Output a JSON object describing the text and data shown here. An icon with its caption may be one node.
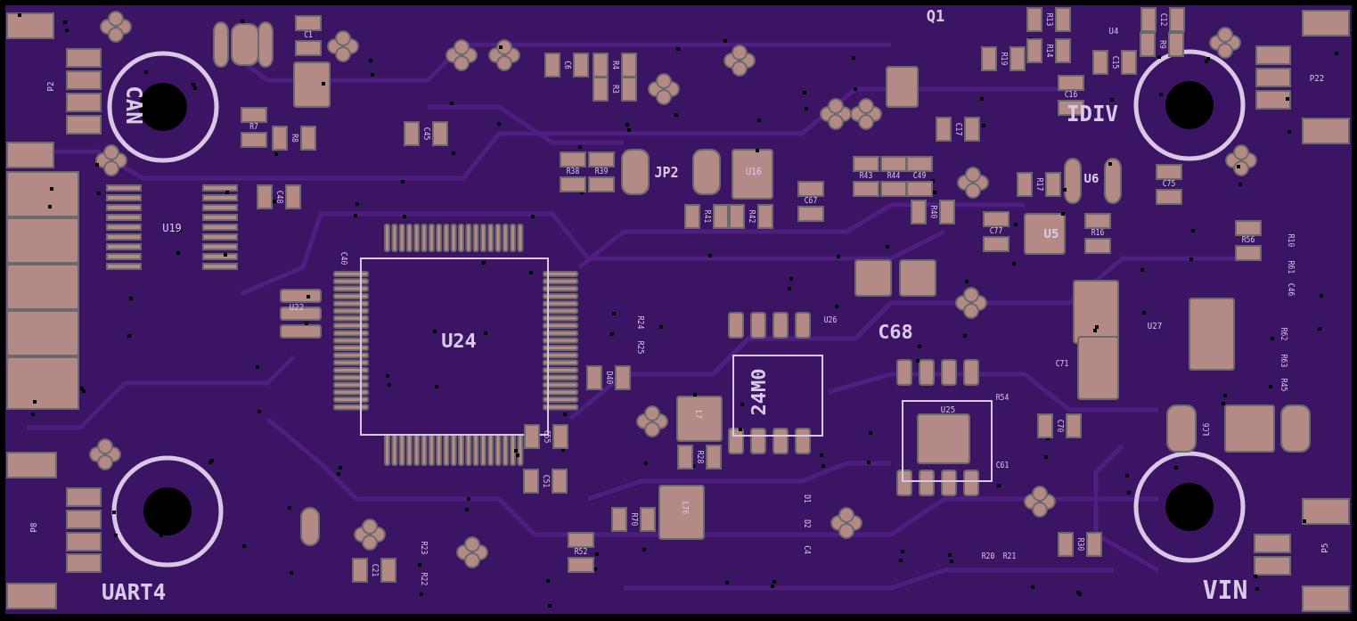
{
  "diagram": {
    "labels": [
      "Q1",
      "C12",
      "R13",
      "U4",
      "C1",
      "R9",
      "R14",
      "R19",
      "C15",
      "C6",
      "R4",
      "P2",
      "P22",
      "R3",
      "C16",
      "CAN",
      "IDIV",
      "R7",
      "C17",
      "C45",
      "R8",
      "R38",
      "R39",
      "JP2",
      "U16",
      "R43",
      "R44",
      "C49",
      "U6",
      "R17",
      "C75",
      "C48",
      "C67",
      "R41",
      "R42",
      "R40",
      "U19",
      "C77",
      "U5",
      "R16",
      "R56",
      "R10",
      "C40",
      "R61",
      "C46",
      "U22",
      "U26",
      "R24",
      "U27",
      "C68",
      "R62",
      "U24",
      "R25",
      "R63",
      "C71",
      "D40",
      "R45",
      "24M0",
      "U25",
      "R54",
      "L7",
      "C70",
      "LC6",
      "C55",
      "R28",
      "C61",
      "C51",
      "D1",
      "L76",
      "R70",
      "D2",
      "P8",
      "R23",
      "R30",
      "P5",
      "C4",
      "R52",
      "R20",
      "R21",
      "C21",
      "R22",
      "VIN",
      "UART4"
    ]
  }
}
